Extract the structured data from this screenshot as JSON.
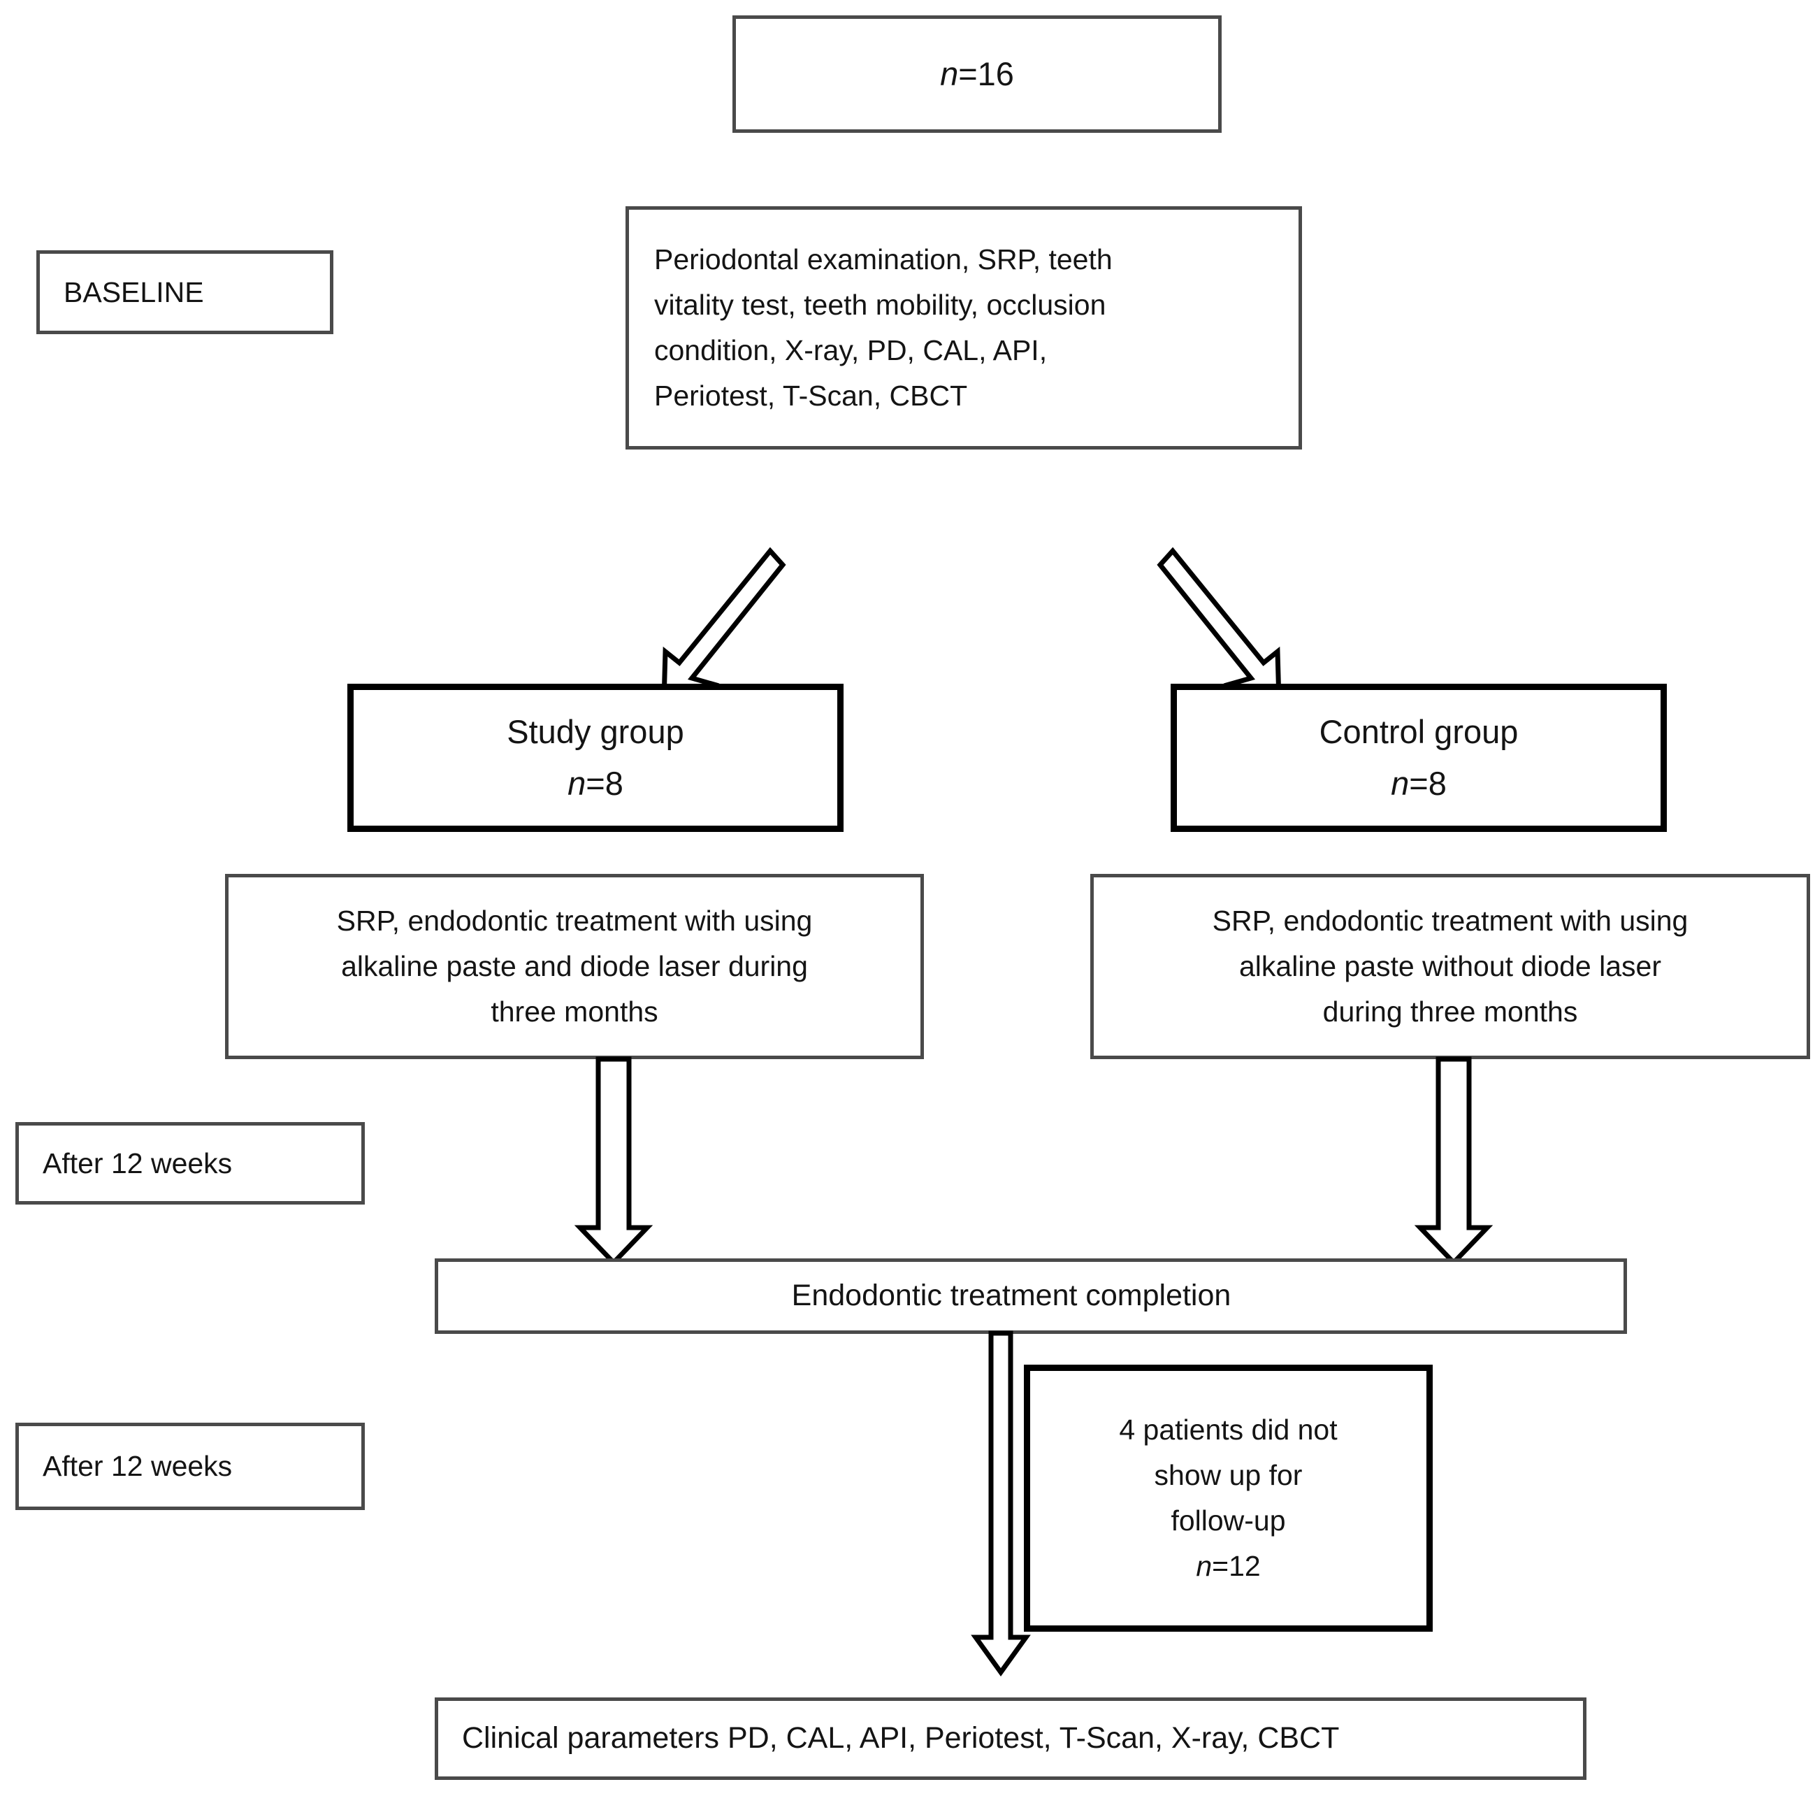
{
  "figure": {
    "type": "flowchart",
    "title": "Study design flow diagram",
    "orientation": "top-to-bottom"
  },
  "nodes": {
    "enrolled": {
      "label_n": "n",
      "label_eq": "=16",
      "full_text": "n=16"
    },
    "baseline_label": {
      "text": "BASELINE"
    },
    "baseline_exam": {
      "text": "Periodontal examination, SRP, teeth vitality test, teeth mobility, occlusion condition, X-ray, PD, CAL, API, Periotest, T-Scan, CBCT",
      "lines": [
        "Periodontal examination, SRP, teeth",
        "vitality test, teeth mobility, occlusion",
        "condition, X-ray, PD, CAL, API,",
        "Periotest, T-Scan, CBCT"
      ]
    },
    "study_group": {
      "title": "Study group",
      "n_symbol": "n",
      "n_value": "=8"
    },
    "control_group": {
      "title": "Control group",
      "n_symbol": "n",
      "n_value": "=8"
    },
    "study_treatment": {
      "text": "SRP, endodontic treatment with using alkaline paste and diode laser during three months",
      "lines": [
        "SRP, endodontic treatment with using",
        "alkaline paste and diode laser during",
        "three months"
      ]
    },
    "control_treatment": {
      "text": "SRP, endodontic treatment with using alkaline paste without diode laser during three months",
      "lines": [
        "SRP, endodontic treatment with using",
        "alkaline paste without diode laser",
        "during three months"
      ]
    },
    "after_12_weeks_1": {
      "text": "After 12 weeks"
    },
    "after_12_weeks_2": {
      "text": "After 12 weeks"
    },
    "completion": {
      "text": "Endodontic treatment completion"
    },
    "dropouts": {
      "lines": [
        "4 patients did not",
        "show up for",
        "follow-up"
      ],
      "n_symbol": "n",
      "n_value": "=12"
    },
    "clinical_parameters": {
      "text": "Clinical parameters PD, CAL, API, Periotest, T-Scan, X-ray, CBCT"
    }
  },
  "edges": [
    {
      "from": "baseline_exam",
      "to": "study_group",
      "style": "hollow-block-arrow",
      "direction": "down-left"
    },
    {
      "from": "baseline_exam",
      "to": "control_group",
      "style": "hollow-block-arrow",
      "direction": "down-right"
    },
    {
      "from": "study_treatment",
      "to": "completion",
      "style": "hollow-block-arrow",
      "direction": "down"
    },
    {
      "from": "control_treatment",
      "to": "completion",
      "style": "hollow-block-arrow",
      "direction": "down"
    },
    {
      "from": "completion",
      "to": "clinical_parameters",
      "style": "hollow-block-arrow",
      "direction": "down"
    }
  ],
  "colors": {
    "box_border_thin": "#4a4a4a",
    "box_border_heavy": "#000000",
    "background": "#ffffff",
    "text": "#141414",
    "arrow_stroke": "#000000",
    "arrow_fill": "#ffffff"
  }
}
